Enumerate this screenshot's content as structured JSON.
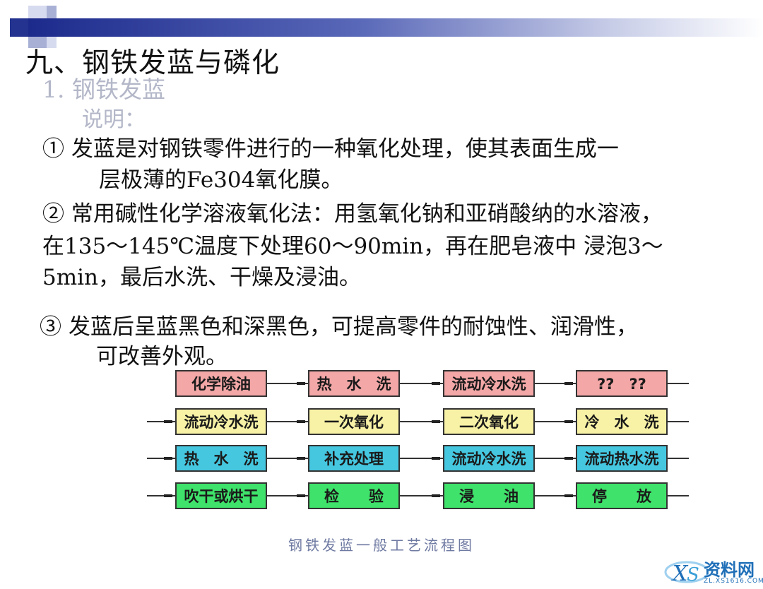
{
  "slide": {
    "title": "九、钢铁发蓝与磷化",
    "subtitle": "1. 钢铁发蓝",
    "desc_label": "说明：",
    "lines": [
      "① 发蓝是对钢铁零件进行的一种氧化处理，使其表面生成一",
      "层极薄的Fe304氧化膜。",
      "② 常用碱性化学溶液氧化法：用氢氧化钠和亚硝酸纳的水溶液，",
      "在135～145℃温度下处理60～90min，再在肥皂液中 浸泡3～",
      "5min，最后水洗、干燥及浸油。",
      "③ 发蓝后呈蓝黑色和深黑色，可提高零件的耐蚀性、润滑性，",
      "可改善外观。"
    ]
  },
  "flow": {
    "rows": [
      [
        {
          "label": "化学除油",
          "color": "#f4a7a7"
        },
        {
          "label": "热　水　洗",
          "color": "#f4a7a7"
        },
        {
          "label": "流动冷水洗",
          "color": "#f4a7a7"
        },
        {
          "label": "??　??",
          "color": "#f4a7a7"
        }
      ],
      [
        {
          "label": "流动冷水洗",
          "color": "#f8f2a6"
        },
        {
          "label": "一次氧化",
          "color": "#f8f2a6"
        },
        {
          "label": "二次氧化",
          "color": "#f8f2a6"
        },
        {
          "label": "冷　水　洗",
          "color": "#f8f2a6"
        }
      ],
      [
        {
          "label": "热　水　洗",
          "color": "#45c7e0"
        },
        {
          "label": "补充处理",
          "color": "#45c7e0"
        },
        {
          "label": "流动冷水洗",
          "color": "#45c7e0"
        },
        {
          "label": "流动热水洗",
          "color": "#45c7e0"
        }
      ],
      [
        {
          "label": "吹干或烘干",
          "color": "#3fe26a"
        },
        {
          "label": "检　　验",
          "color": "#3fe26a"
        },
        {
          "label": "浸　　油",
          "color": "#3fe26a"
        },
        {
          "label": "停　　放",
          "color": "#3fe26a"
        }
      ]
    ],
    "caption": "钢铁发蓝一般工艺流程图"
  },
  "watermark": {
    "text": "资料网",
    "sub": "ZL.XS1616.COM"
  },
  "colors": {
    "header_bar_dark": "#1c2a8c",
    "header_square_dark": "#23338f",
    "header_square_light": "#a9b0d6",
    "subtitle_gray": "#b3b7c8",
    "caption_blue": "#6f7aa2"
  }
}
